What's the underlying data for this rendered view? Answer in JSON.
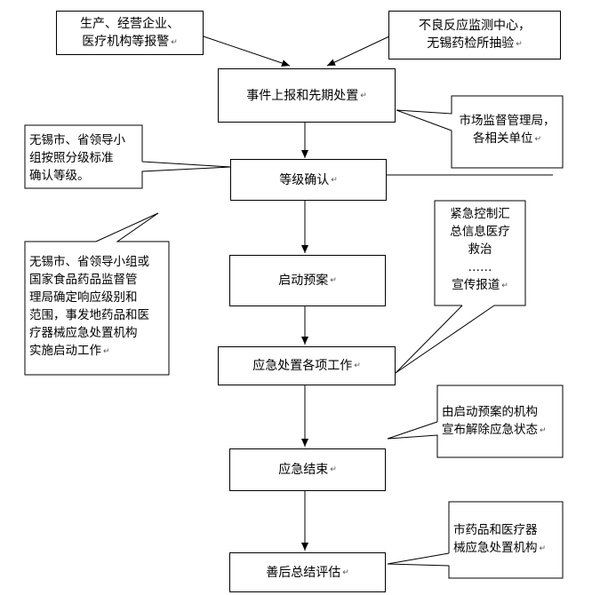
{
  "boxes": {
    "source_enterprise": {
      "lines": [
        "生产、经营企业、",
        "医疗机构等报警"
      ]
    },
    "source_monitor": {
      "lines": [
        "不良反应监测中心，",
        "无锡药检所抽验"
      ]
    },
    "event_report": {
      "lines": [
        "事件上报和先期处置"
      ]
    },
    "grade_confirm": {
      "lines": [
        "等级确认"
      ]
    },
    "start_plan": {
      "lines": [
        "启动预案"
      ]
    },
    "emergency_work": {
      "lines": [
        "应急处置各项工作"
      ]
    },
    "emergency_end": {
      "lines": [
        "应急结束"
      ]
    },
    "aftermath_eval": {
      "lines": [
        "善后总结评估"
      ]
    }
  },
  "callouts": {
    "market_supervision": {
      "lines": [
        "市场监督管理局，",
        "各相关单位"
      ]
    },
    "grade_leaders": {
      "lines": [
        "无锡市、省领导小",
        "组按照分级标准",
        "确认等级。"
      ]
    },
    "response_scope": {
      "lines": [
        "无锡市、省领导小组或",
        "国家食品药品监督管",
        "理局确定响应级别和",
        "范围，事发地药品和医",
        "疗器械应急处置机构",
        "实施启动工作"
      ]
    },
    "emergency_tasks": {
      "lines": [
        "紧急控制汇",
        "总信息医疗",
        "救治",
        "……",
        "宣传报道"
      ]
    },
    "release_status": {
      "lines": [
        "由启动预案的机构",
        "宣布解除应急状态"
      ]
    },
    "city_institution": {
      "lines": [
        "市药品和医疗器",
        "械应急处置机构"
      ]
    }
  },
  "paragraph_mark": "↵"
}
